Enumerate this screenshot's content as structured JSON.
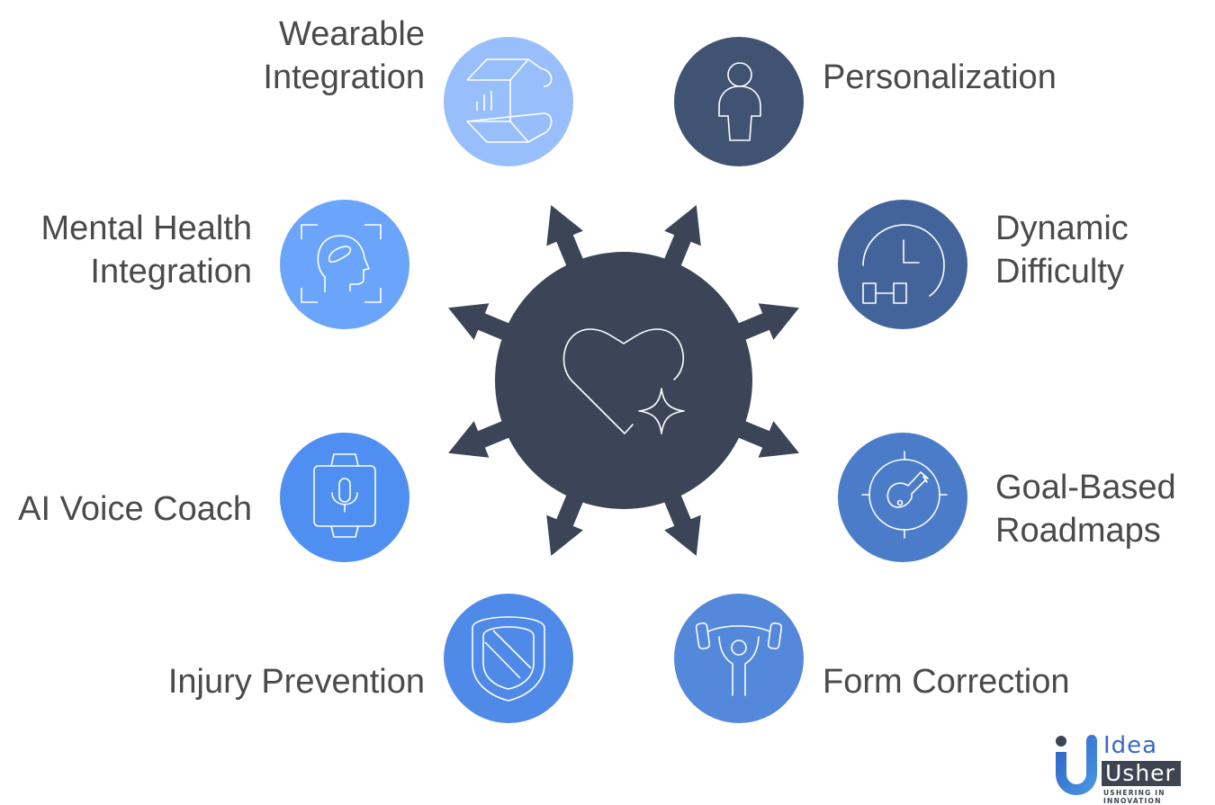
{
  "diagram": {
    "center": {
      "icon": "heart-sparkle-icon",
      "color": "#3c4557"
    },
    "arrow_color": "#3c4557",
    "nodes": [
      {
        "id": "wearable",
        "label_lines": [
          "Wearable",
          "Integration"
        ],
        "icon": "wearable-band-icon",
        "color": "#98bffc"
      },
      {
        "id": "personalization",
        "label_lines": [
          "Personalization"
        ],
        "icon": "person-icon",
        "color": "#405373"
      },
      {
        "id": "mental",
        "label_lines": [
          "Mental Health",
          "Integration"
        ],
        "icon": "head-brain-scan-icon",
        "color": "#6aa5fb"
      },
      {
        "id": "dynamic",
        "label_lines": [
          "Dynamic",
          "Difficulty"
        ],
        "icon": "clock-dumbbell-icon",
        "color": "#43649b"
      },
      {
        "id": "voice",
        "label_lines": [
          "AI Voice Coach"
        ],
        "icon": "smartwatch-microphone-icon",
        "color": "#4f8ff1"
      },
      {
        "id": "goal",
        "label_lines": [
          "Goal-Based",
          "Roadmaps"
        ],
        "icon": "target-key-icon",
        "color": "#4a7cc9"
      },
      {
        "id": "injury",
        "label_lines": [
          "Injury Prevention"
        ],
        "icon": "shield-icon",
        "color": "#4f8ae8"
      },
      {
        "id": "form",
        "label_lines": [
          "Form Correction"
        ],
        "icon": "weightlifter-icon",
        "color": "#5488da"
      }
    ]
  },
  "logo": {
    "line1": "Idea",
    "line2": "Usher",
    "tagline": "USHERING IN INNOVATION"
  }
}
